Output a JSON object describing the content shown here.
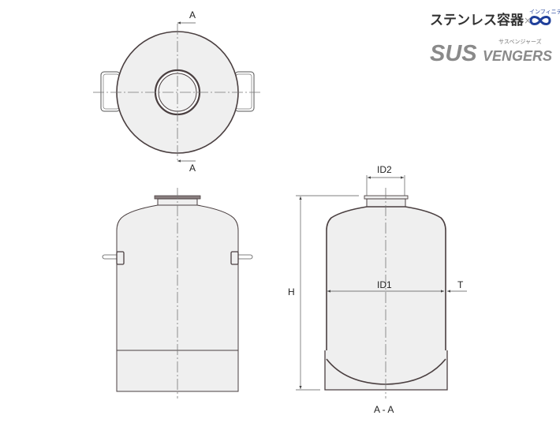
{
  "logo": {
    "product_line": "ステンレス容器",
    "times": "×",
    "infinity_ruby": "インフィニティ",
    "brand": "SUS",
    "brand_suffix": "VENGERS",
    "brand_ruby": "サスベンジャーズ",
    "colors": {
      "text": "#333333",
      "brand_gray": "#8a8a8a",
      "infinity_blue": "#1f3f9a"
    }
  },
  "labels": {
    "section_top": "A",
    "section_bottom": "A",
    "id2": "ID2",
    "id1": "ID1",
    "thickness": "T",
    "height": "H",
    "section_view": "A - A"
  },
  "colors": {
    "fill": "#efefef",
    "outline": "#4a3f40",
    "centerline": "#777777"
  }
}
